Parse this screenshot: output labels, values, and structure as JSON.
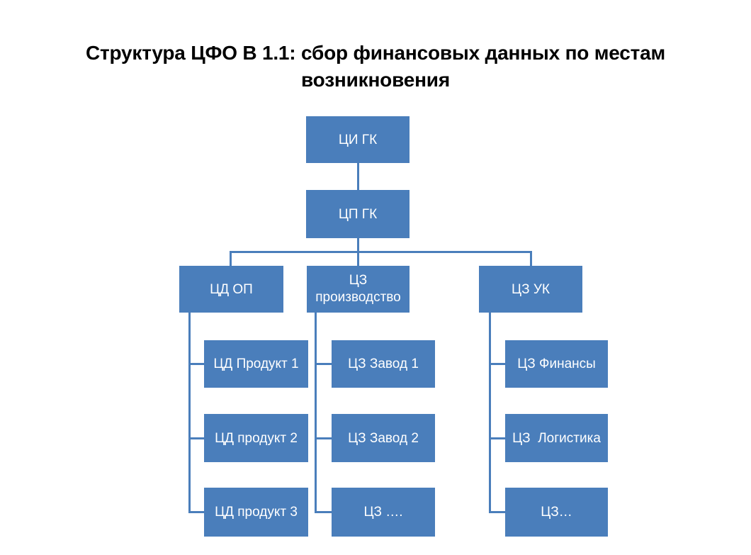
{
  "slide": {
    "title": "Структура  ЦФО В 1.1: сбор финансовых данных по местам возникновения",
    "background_color": "#ffffff",
    "node_fill_color": "#4a7ebb",
    "node_text_color": "#ffffff",
    "connector_color": "#4a7ebb",
    "title_color": "#000000"
  },
  "chart_data": {
    "type": "diagram",
    "diagram_kind": "org-chart",
    "title": "Структура  ЦФО В 1.1: сбор финансовых данных по местам возникновения",
    "nodes": [
      {
        "id": "root",
        "label": "ЦИ ГК",
        "level": 0
      },
      {
        "id": "cp_gk",
        "label": "ЦП ГК",
        "level": 1
      },
      {
        "id": "cd_op",
        "label": "ЦД ОП",
        "level": 2
      },
      {
        "id": "cz_proizvodstvo",
        "label": "ЦЗ производство",
        "level": 2
      },
      {
        "id": "cz_uk",
        "label": "ЦЗ УК",
        "level": 2
      },
      {
        "id": "cd_produkt_1",
        "label": "ЦД Продукт 1",
        "level": 3
      },
      {
        "id": "cd_produkt_2",
        "label": "ЦД продукт 2",
        "level": 3
      },
      {
        "id": "cd_produkt_3",
        "label": "ЦД продукт 3",
        "level": 3
      },
      {
        "id": "cz_zavod_1",
        "label": "ЦЗ Завод 1",
        "level": 3
      },
      {
        "id": "cz_zavod_2",
        "label": "ЦЗ Завод 2",
        "level": 3
      },
      {
        "id": "cz_dots",
        "label": "ЦЗ ….",
        "level": 3
      },
      {
        "id": "cz_finansy",
        "label": "ЦЗ Финансы",
        "level": 3
      },
      {
        "id": "cz_logistika",
        "label": "ЦЗ  Логистика",
        "level": 3
      },
      {
        "id": "cz_ellipsis",
        "label": "ЦЗ…",
        "level": 3
      }
    ],
    "edges": [
      {
        "from": "root",
        "to": "cp_gk"
      },
      {
        "from": "cp_gk",
        "to": "cd_op"
      },
      {
        "from": "cp_gk",
        "to": "cz_proizvodstvo"
      },
      {
        "from": "cp_gk",
        "to": "cz_uk"
      },
      {
        "from": "cd_op",
        "to": "cd_produkt_1"
      },
      {
        "from": "cd_op",
        "to": "cd_produkt_2"
      },
      {
        "from": "cd_op",
        "to": "cd_produkt_3"
      },
      {
        "from": "cz_proizvodstvo",
        "to": "cz_zavod_1"
      },
      {
        "from": "cz_proizvodstvo",
        "to": "cz_zavod_2"
      },
      {
        "from": "cz_proizvodstvo",
        "to": "cz_dots"
      },
      {
        "from": "cz_uk",
        "to": "cz_finansy"
      },
      {
        "from": "cz_uk",
        "to": "cz_logistika"
      },
      {
        "from": "cz_uk",
        "to": "cz_ellipsis"
      }
    ]
  }
}
